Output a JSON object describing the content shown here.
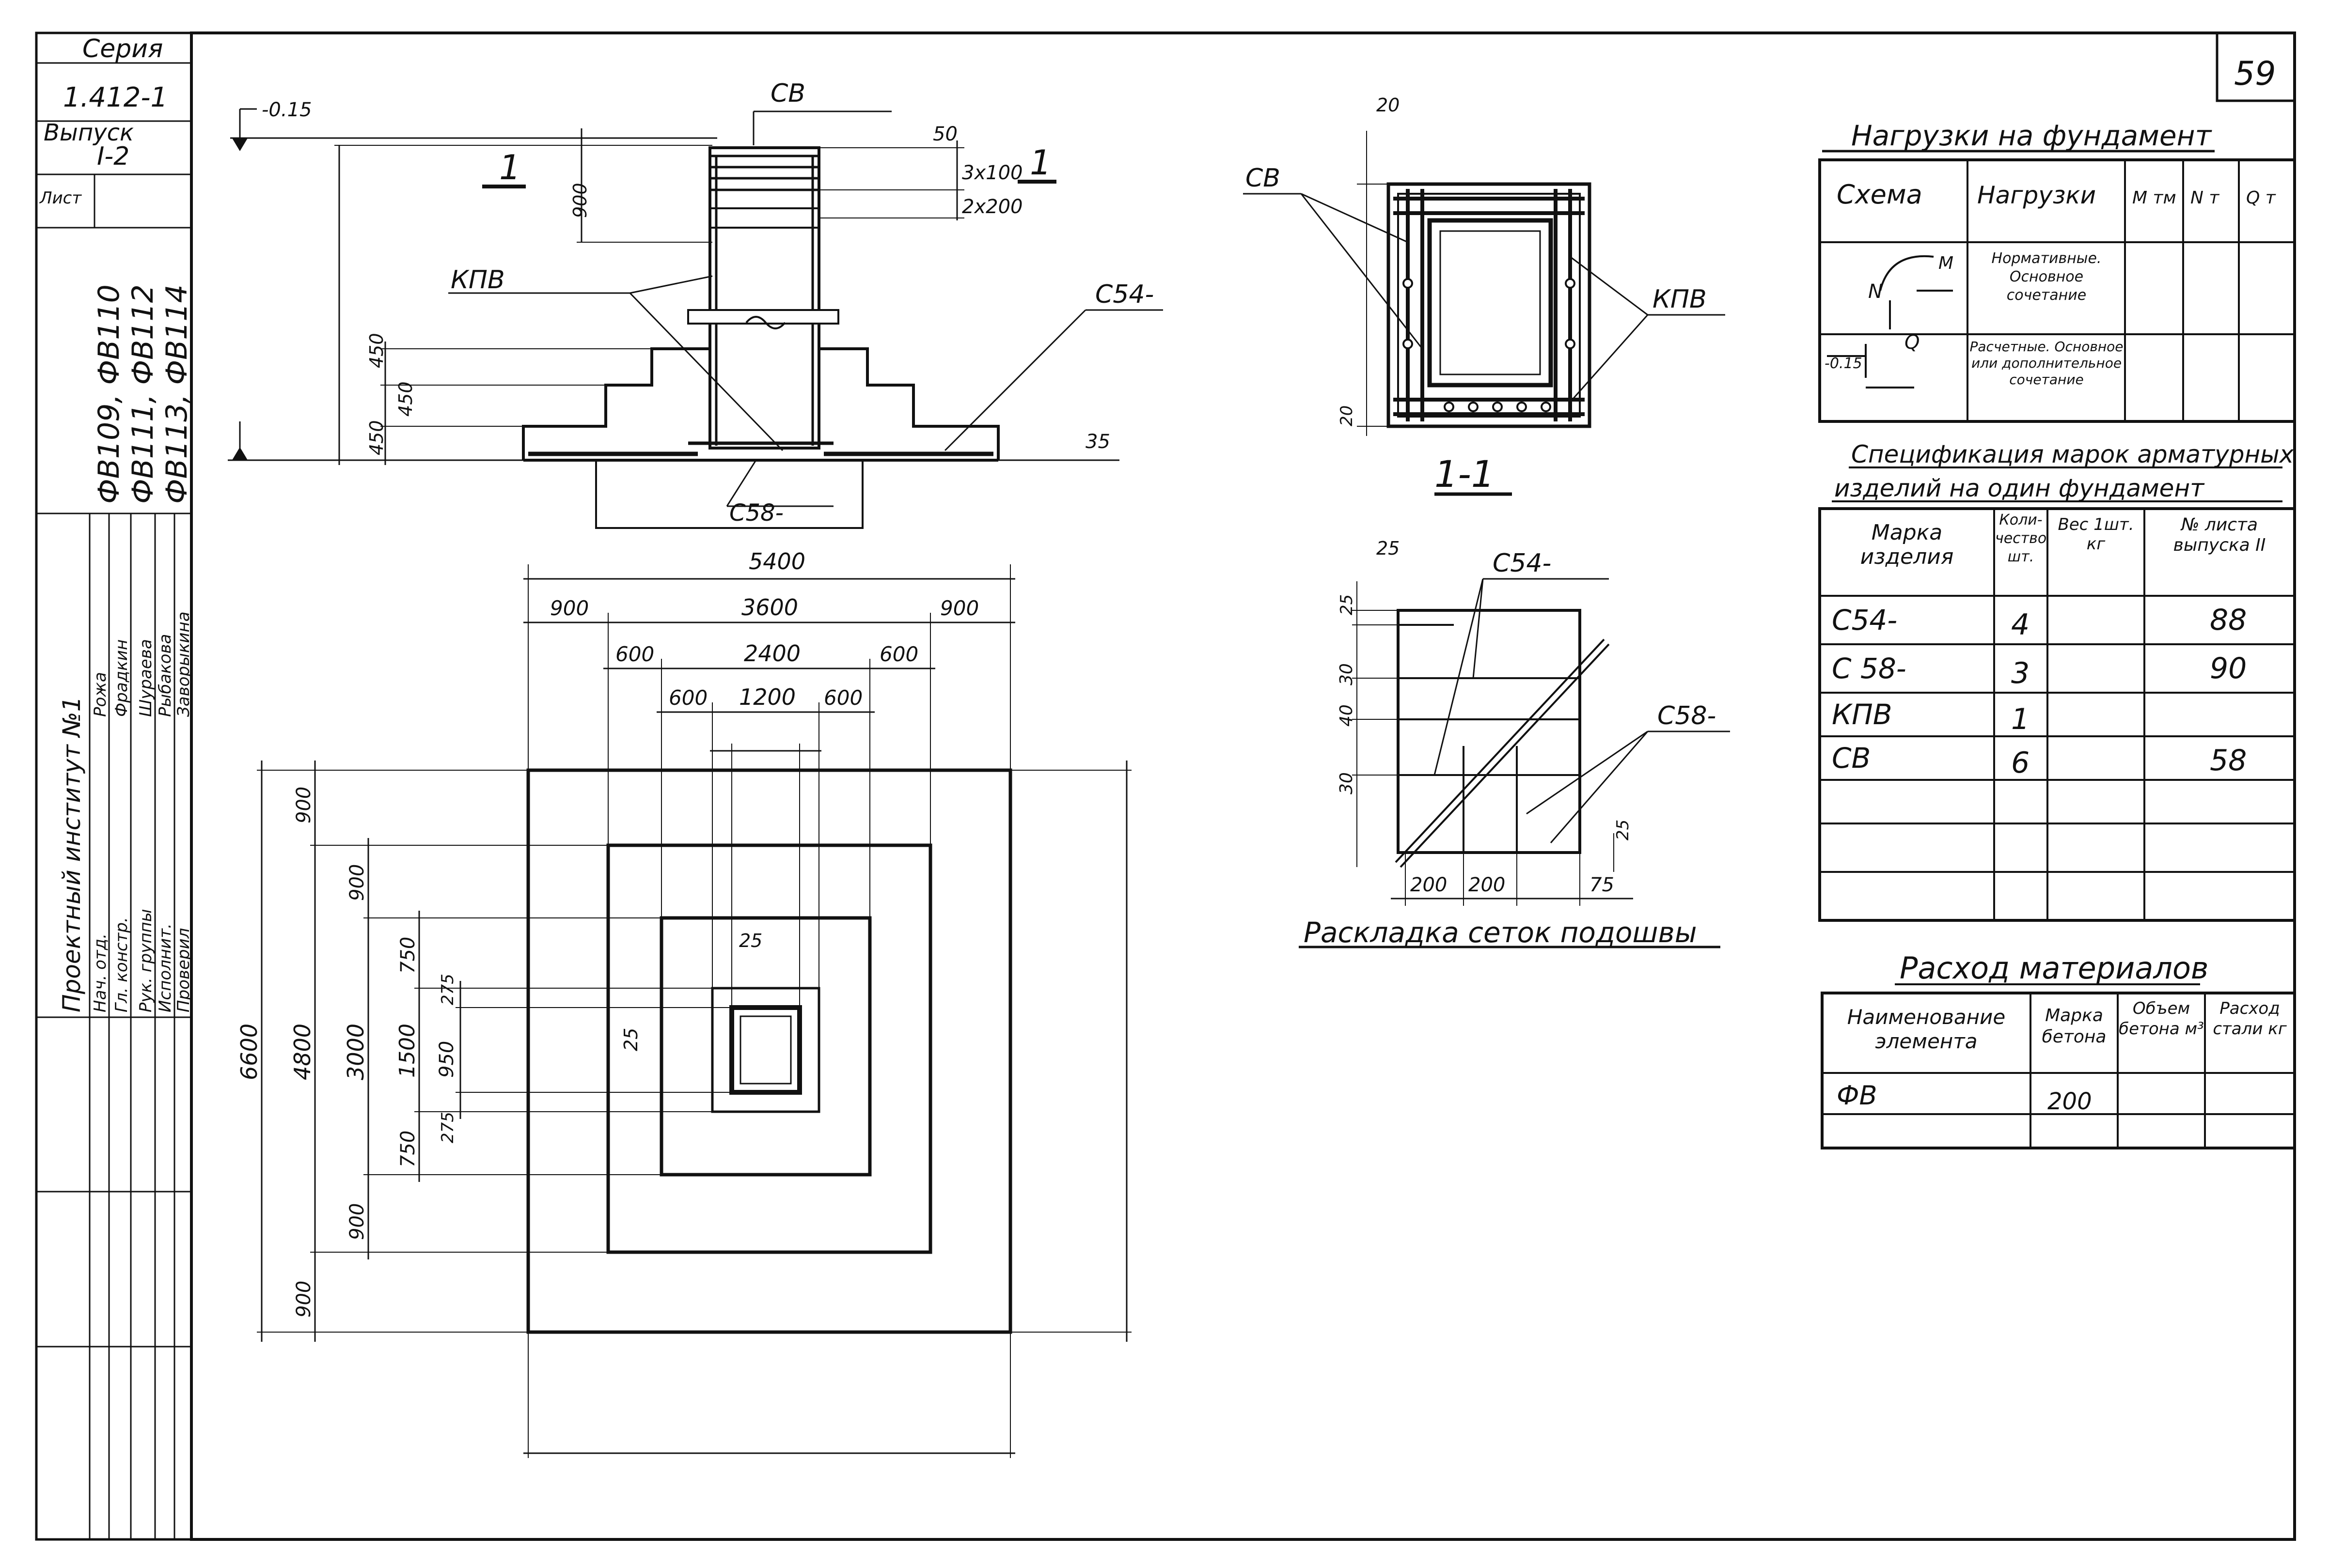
{
  "sheet_number": "59",
  "sidebar": {
    "series_label": "Серия",
    "series_value": "1.412-1",
    "issue_label": "Выпуск",
    "issue_value": "I-2",
    "sheet_label": "Лист",
    "marks": [
      "ФВ109, ФВ110",
      "ФВ111, ФВ112",
      "ФВ113, ФВ114"
    ],
    "institute": "Проектный институт №1",
    "staff": [
      {
        "role": "Нач. отд.",
        "name": "Рожа"
      },
      {
        "role": "Гл. констр.",
        "name": "Фрадкин"
      },
      {
        "role": "Рук. группы",
        "name": "Шураева"
      },
      {
        "role": "Исполнит.",
        "name": "Рыбакова"
      },
      {
        "role": "Проверил",
        "name": "Заворыкина"
      }
    ]
  },
  "section_view": {
    "labels": {
      "elev_top": "-0.15",
      "cb": "СВ",
      "kpv": "КПВ",
      "c54": "С54-",
      "c58": "С58-",
      "section_mark_left": "1",
      "section_mark_right": "1",
      "dim_50": "50",
      "dim_3x100": "3х100",
      "dim_2x200": "2х200",
      "dim_900": "900",
      "dim_450a": "450",
      "dim_450b": "450",
      "dim_450c": "450",
      "dim_35": "35"
    }
  },
  "plan_view": {
    "dims": {
      "d5400": "5400",
      "d900l": "900",
      "d3600": "3600",
      "d900r": "900",
      "d600a": "600",
      "d2400": "2400",
      "d600b": "600",
      "d600c": "600",
      "d1200": "1200",
      "d600d": "600",
      "d6600": "6600",
      "d4800": "4800",
      "d3000": "3000",
      "d1500": "1500",
      "d900v1": "900",
      "d900v2": "900",
      "d900v3": "900",
      "d900v4": "900",
      "d750a": "750",
      "d750b": "750",
      "d275a": "275",
      "d275b": "275",
      "d950": "950",
      "d25a": "25",
      "d25b": "25"
    }
  },
  "section_11": {
    "title": "1-1",
    "labels": {
      "cb": "СВ",
      "kpv": "КПВ",
      "d20a": "20",
      "d20b": "20"
    }
  },
  "mesh_layout": {
    "title": "Раскладка сеток подошвы",
    "labels": {
      "c54": "С54-",
      "c58": "С58-"
    },
    "dims": {
      "d25a": "25",
      "d25b": "25",
      "d30a": "30",
      "d40": "40",
      "d30b": "30",
      "d200a": "200",
      "d200b": "200",
      "d75": "75",
      "d25c": "25"
    }
  },
  "loads_table": {
    "title": "Нагрузки на фундамент",
    "headers": [
      "Схема",
      "Нагрузки",
      "М тм",
      "N т",
      "Q т"
    ],
    "rows": [
      {
        "load": "Нормативные. Основное сочетание"
      },
      {
        "load": "Расчетные. Основное или дополнительное сочетание"
      }
    ],
    "scheme": {
      "m": "M",
      "n": "N",
      "q": "Q",
      "elev": "-0.15"
    }
  },
  "spec_table": {
    "title_line1": "Спецификация марок арматурных",
    "title_line2": "изделий на один фундамент",
    "headers": [
      "Марка изделия",
      "Коли-чество шт.",
      "Вес 1шт. кг",
      "№ листа выпуска II"
    ],
    "rows": [
      {
        "mark": "С54-",
        "qty": "4",
        "weight": "",
        "sheet": "88"
      },
      {
        "mark": "С 58-",
        "qty": "3",
        "weight": "",
        "sheet": "90"
      },
      {
        "mark": "КПВ",
        "qty": "1",
        "weight": "",
        "sheet": ""
      },
      {
        "mark": "СВ",
        "qty": "6",
        "weight": "",
        "sheet": "58"
      }
    ]
  },
  "materials_table": {
    "title": "Расход материалов",
    "headers": [
      "Наименование элемента",
      "Марка бетона",
      "Объем бетона м³",
      "Расход стали кг"
    ],
    "rows": [
      {
        "name": "ФВ",
        "grade": "200",
        "volume": "",
        "steel": ""
      }
    ]
  },
  "colors": {
    "ink": "#111111",
    "paper": "#ffffff"
  }
}
